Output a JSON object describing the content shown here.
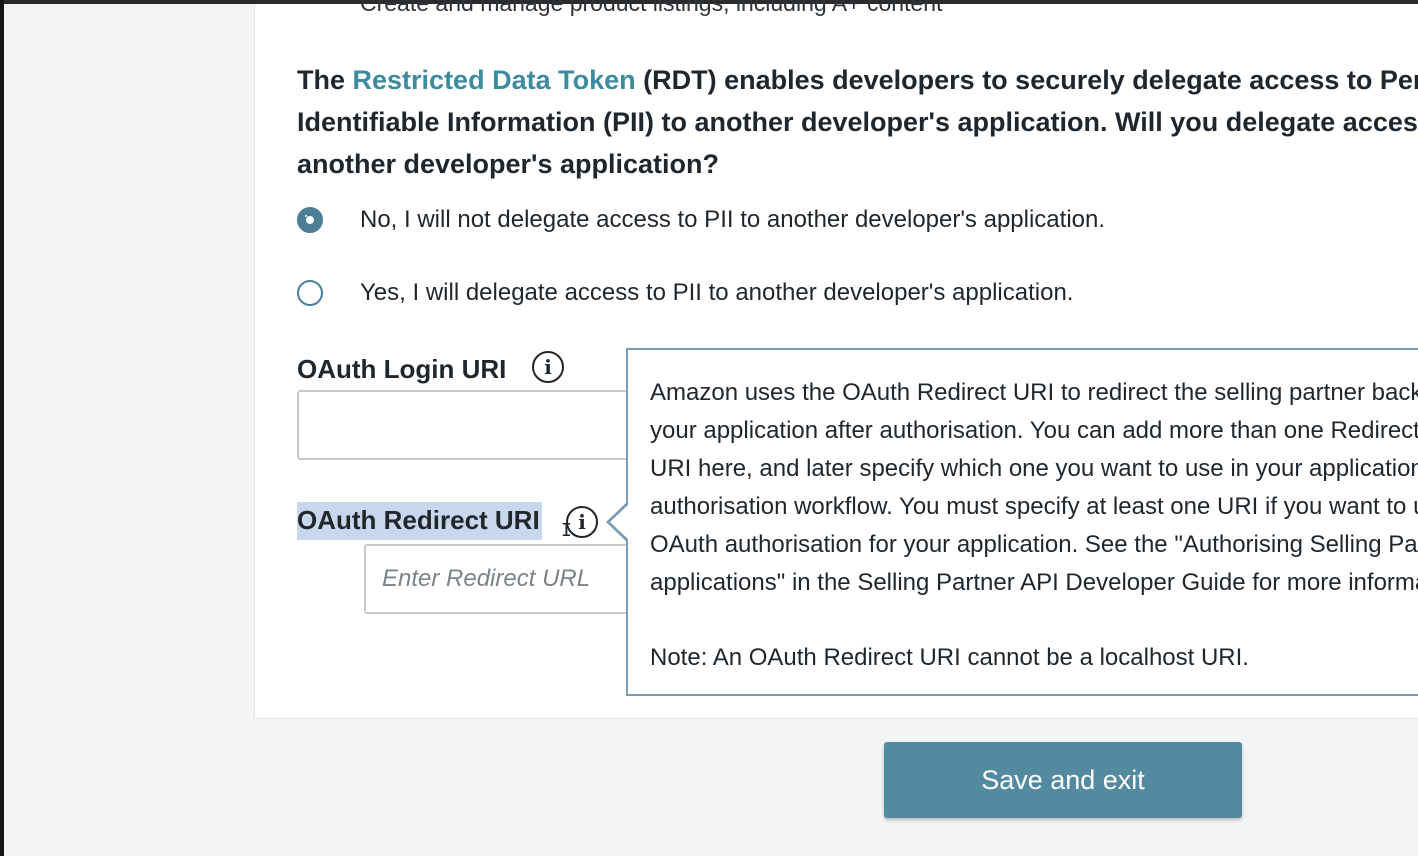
{
  "colors": {
    "accent": "#538a9f",
    "link": "#3d8ba0",
    "radio": "#4c7f95",
    "selection_highlight": "#c9d7ec",
    "tooltip_border": "#7b9cb0"
  },
  "previous_option_text": "Create and manage product listings, including A+ content",
  "rdt_question": {
    "line1_prefix": "The ",
    "link_text": "Restricted Data Token",
    "line1_suffix": " (RDT) enables developers to securely delegate access to Personally",
    "line2": "Identifiable Information (PII) to another developer's application. Will you delegate access to PII to",
    "line3": "another developer's application?"
  },
  "radio_options": [
    {
      "label": "No, I will not delegate access to PII to another developer's application.",
      "checked": true
    },
    {
      "label": "Yes, I will delegate access to PII to another developer's application.",
      "checked": false
    }
  ],
  "oauth_login": {
    "label": "OAuth Login URI",
    "value": "",
    "info_icon": "info-icon"
  },
  "oauth_redirect": {
    "label": "OAuth Redirect URI",
    "placeholder": "Enter Redirect URL",
    "info_icon": "info-icon"
  },
  "tooltip": {
    "lines": [
      "Amazon uses the OAuth Redirect URI to redirect the selling partner back to",
      "your application after authorisation. You can add more than one Redirect",
      "URI here, and later specify which one you want to use in your application's",
      "authorisation workflow. You must specify at least one URI if you want to use",
      "OAuth authorisation for your application. See the \"Authorising Selling Partner API",
      "applications\" in the Selling Partner API Developer Guide for more information."
    ],
    "note": "Note: An OAuth Redirect URI cannot be a localhost URI."
  },
  "save_button_label": "Save and exit"
}
